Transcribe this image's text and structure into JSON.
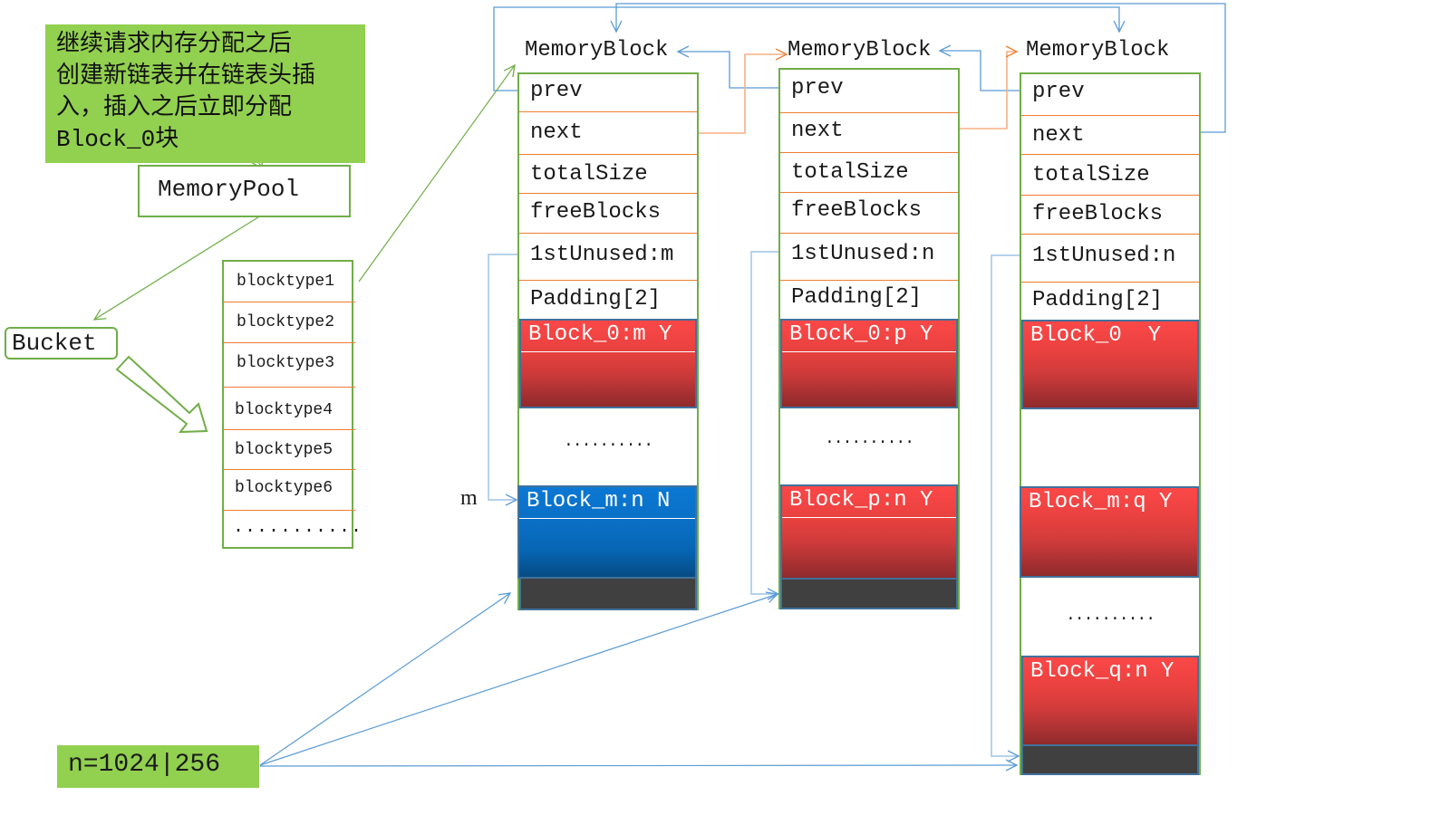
{
  "note": {
    "lines": [
      "继续请求内存分配之后",
      "创建新链表并在链表头插",
      "入，插入之后立即分配"
    ],
    "last_line_mono": "Block_0",
    "last_line_cn": "块"
  },
  "memory_pool": {
    "label": "MemoryPool"
  },
  "bucket": {
    "label": "Bucket"
  },
  "block_types": {
    "items": [
      "blocktype1",
      "blocktype2",
      "blocktype3",
      "blocktype4",
      "blocktype5",
      "blocktype6"
    ],
    "ellipsis": "..........."
  },
  "memory_blocks": [
    {
      "title": "MemoryBlock",
      "fields": [
        "prev",
        "next",
        "totalSize",
        "freeBlocks",
        "1stUnused:m",
        "Padding[2]"
      ],
      "blocks": [
        {
          "label": "Block_0:m Y",
          "state": "used"
        },
        {
          "label": "Block_m:n N",
          "state": "free"
        }
      ],
      "ellipsis": [
        ".........."
      ]
    },
    {
      "title": "MemoryBlock",
      "fields": [
        "prev",
        "next",
        "totalSize",
        "freeBlocks",
        "1stUnused:n",
        "Padding[2]"
      ],
      "blocks": [
        {
          "label": "Block_0:p Y",
          "state": "used"
        },
        {
          "label": "Block_p:n Y",
          "state": "used"
        }
      ],
      "ellipsis": [
        ".........."
      ]
    },
    {
      "title": "MemoryBlock",
      "fields": [
        "prev",
        "next",
        "totalSize",
        "freeBlocks",
        "1stUnused:n",
        "Padding[2]"
      ],
      "blocks": [
        {
          "label": "Block_0  Y",
          "state": "used"
        },
        {
          "label": "Block_m:q Y",
          "state": "used"
        },
        {
          "label": "Block_q:n Y",
          "state": "used"
        }
      ],
      "ellipsis": [
        ".........."
      ]
    }
  ],
  "m_marker": "m",
  "n_box": {
    "label": "n=1024|256"
  },
  "colors": {
    "green_fill": "#92d050",
    "green_border": "#70ad47",
    "orange_line": "#ed7d31",
    "blue_line": "#5b9bd5",
    "used_block": "#fb4848",
    "free_block": "#0b78d4",
    "tail": "#404040"
  }
}
